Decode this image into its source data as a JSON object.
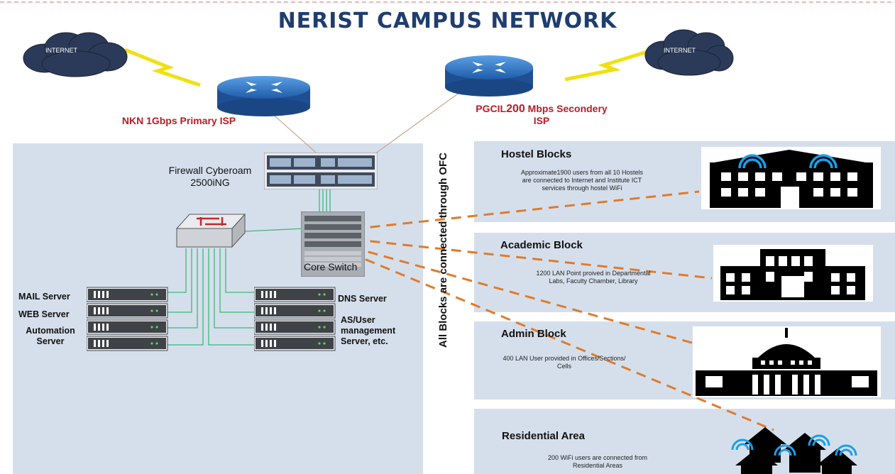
{
  "title": "NERIST CAMPUS NETWORK",
  "clouds": [
    {
      "label": "INTERNET"
    },
    {
      "label": "INTERNET"
    }
  ],
  "isp_primary": {
    "line1": "NKN 1Gbps Primary ISP"
  },
  "isp_secondary": {
    "prefix": "PGCIL",
    "speed": "200",
    "suffix": " Mbps Secondery",
    "line2": "ISP"
  },
  "firewall": {
    "line1": "Firewall Cyberoam",
    "line2": "2500iNG"
  },
  "core_switch": "Core Switch",
  "servers_left": {
    "mail": "MAIL Server",
    "web": "WEB Server",
    "automation_1": "Automation",
    "automation_2": "Server"
  },
  "servers_right": {
    "dns": "DNS Server",
    "as_1": "AS/User",
    "as_2": "management",
    "as_3": "Server, etc."
  },
  "ofc_note": "All Blocks are connected through OFC",
  "blocks": [
    {
      "title": "Hostel Blocks",
      "desc1": "Approximate1900 users from all 10 Hostels",
      "desc2": "are  connected to Internet and Institute ICT",
      "desc3": "services through hostel WiFi"
    },
    {
      "title": "Academic Block",
      "desc1": "1200 LAN Point proived in Departmental",
      "desc2": "Labs, Faculty Chamber, Library",
      "desc3": ""
    },
    {
      "title": "Admin Block",
      "desc1": "400 LAN User provided in Offices/Sections/",
      "desc2": "Cells",
      "desc3": ""
    },
    {
      "title": "Residential Area",
      "desc1": "200 WiFi users are connected from",
      "desc2": "Residential Areas",
      "desc3": ""
    }
  ],
  "colors": {
    "title": "#1f3e6f",
    "isp": "#b81d25",
    "panel": "#d5dfec",
    "link": "#e07b2a",
    "cable": "#3cb878"
  }
}
